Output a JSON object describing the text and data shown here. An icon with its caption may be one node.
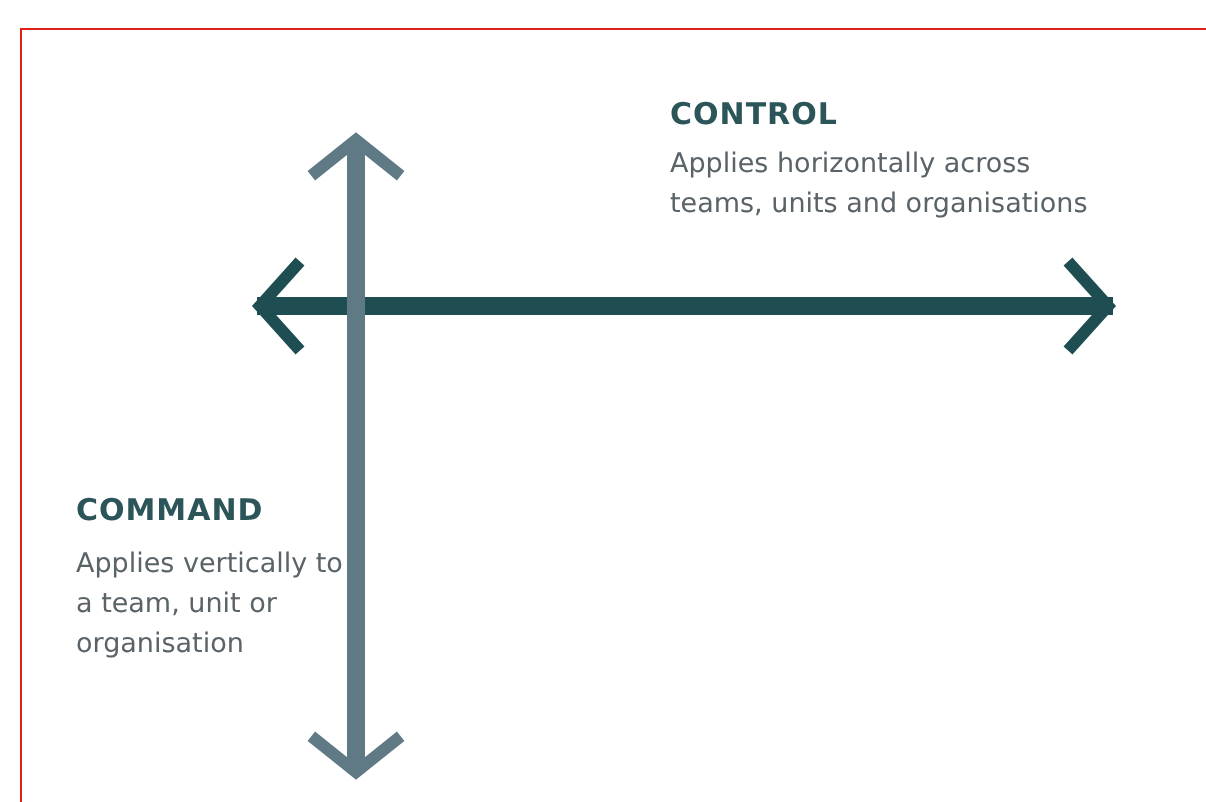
{
  "diagram": {
    "labels": [
      "CONTROL",
      "Applies horizontally across teams, units and organisations",
      "COMMAND",
      "Applies vertically to a team, unit or organisation"
    ]
  }
}
